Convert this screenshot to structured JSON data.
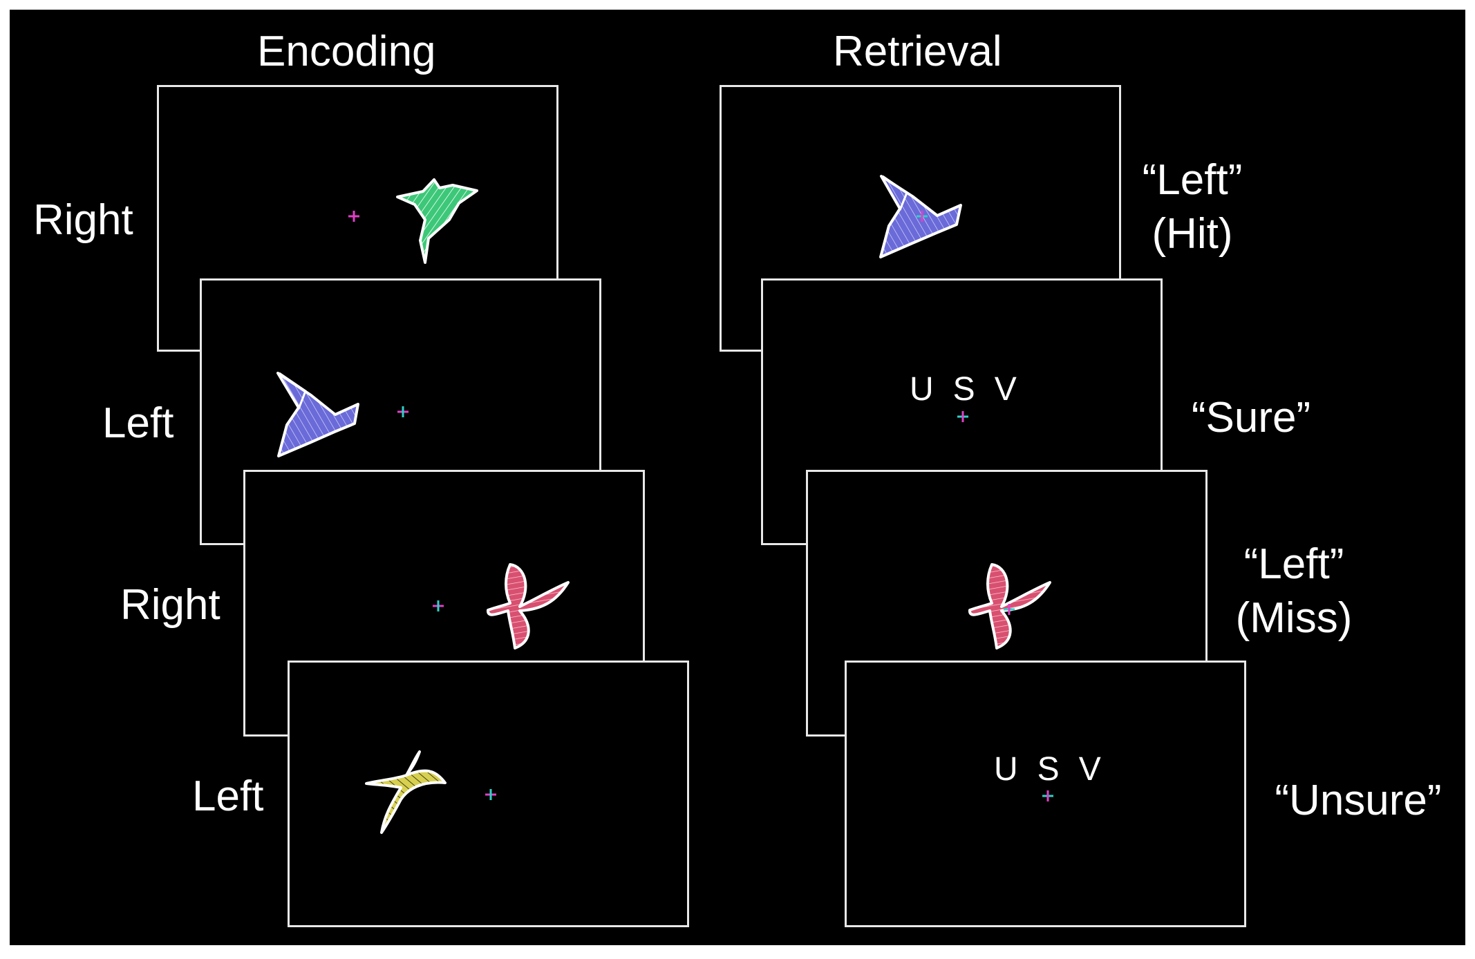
{
  "headings": {
    "encoding": "Encoding",
    "retrieval": "Retrieval"
  },
  "encoding_conditions": [
    "Right",
    "Left",
    "Right",
    "Left"
  ],
  "retrieval_responses": {
    "r1_line1": "“Left”",
    "r1_line2": "(Hit)",
    "r2_line1": "“Sure”",
    "r3_line1": "“Left”",
    "r3_line2": "(Miss)",
    "r4_line1": "“Unsure”"
  },
  "confidence_keys": {
    "screen2": [
      "U",
      "S",
      "V"
    ],
    "screen4": [
      "U",
      "S",
      "V"
    ]
  },
  "colors": {
    "background": "#000000",
    "frame_border": "#e8e8e8",
    "text": "#ffffff",
    "fixation_magenta": "#e040c8",
    "fixation_cyan": "#30d0c8",
    "shape_green": "#3cc878",
    "shape_blue": "#6a6ad8",
    "shape_pink": "#d85070",
    "shape_yellow": "#d8d050"
  },
  "icons": {
    "fixation": "fixation-cross-icon",
    "shapes": [
      "green-striped-shape-icon",
      "blue-striped-shape-icon",
      "pink-striped-shape-icon",
      "yellow-striped-shape-icon"
    ]
  }
}
